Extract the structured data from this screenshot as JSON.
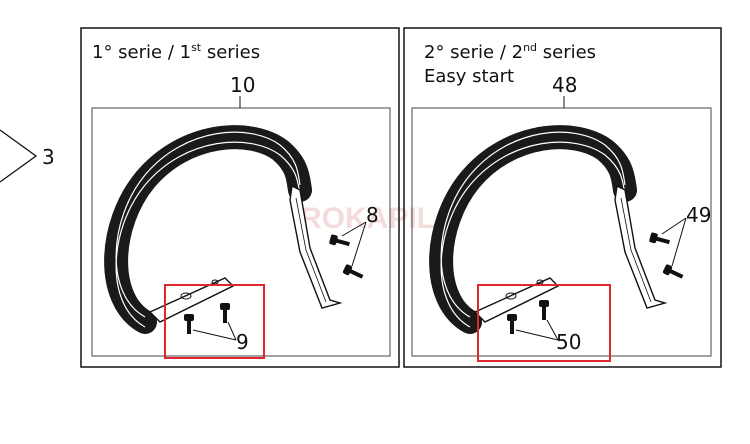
{
  "watermark": "ROKAPIL",
  "offpage_callout": "3",
  "panels": {
    "first": {
      "title_prefix": "1° serie / 1",
      "title_sup": "st",
      "title_suffix": " series",
      "part_handle": "10",
      "part_screws_a": "8",
      "part_screws_b": "9"
    },
    "second": {
      "title_prefix": "2° serie / 2",
      "title_sup": "nd",
      "title_suffix": " series",
      "subtitle": "Easy start",
      "part_handle": "48",
      "part_screws_a": "49",
      "part_screws_b": "50"
    }
  },
  "colors": {
    "line": "#111111",
    "highlight_box": "#e0262e",
    "handle_grip": "#1a1a1a"
  }
}
